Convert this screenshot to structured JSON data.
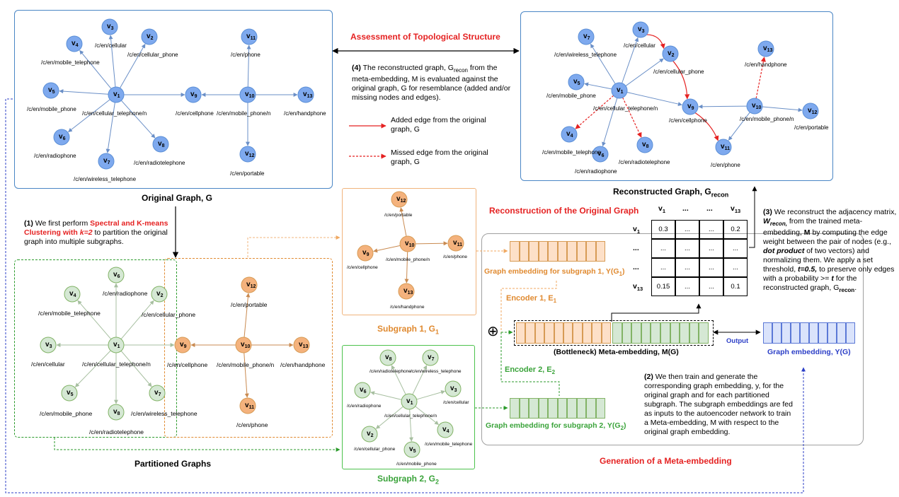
{
  "panels": {
    "original_caption": "Original Graph, G",
    "recon_caption_main": "Reconstructed Graph, G",
    "recon_caption_sub": "recon",
    "partitioned_caption": "Partitioned Graphs",
    "subgraph1_caption_main": "Subgraph 1, G",
    "subgraph1_caption_sub": "1",
    "subgraph2_caption_main": "Subgraph 2, G",
    "subgraph2_caption_sub": "2"
  },
  "headings": {
    "assessment": "Assessment of Topological Structure",
    "reconstruction": "Reconstruction of the Original Graph",
    "generation": "Generation of a Meta-embedding"
  },
  "steps": {
    "step1_num": "(1)",
    "step1_a": " We first perform ",
    "step1_b": "Spectral and K-means Clustering with ",
    "step1_c": "k=2",
    "step1_d": " to partition the original graph into multiple subgraphs.",
    "step2_num": "(2)",
    "step2": " We then train and generate the corresponding graph embedding, y, for the original graph and for each partitioned subgraph. The subgraph embeddings are fed as inputs to the autoencoder network to train a Meta-embedding, M with respect to the original graph embedding.",
    "step3_num": "(3)",
    "step3_a": " We reconstruct the adjacency matrix, ",
    "step3_w": "W",
    "step3_wsub": "recon,",
    "step3_b": " from the trained meta-embedding, ",
    "step3_m": "M",
    "step3_c": " by computing the edge weight between the pair of nodes (e.g., ",
    "step3_d": "dot product",
    "step3_e": " of two vectors) and normalizing them. We apply a set threshold, ",
    "step3_f": "t=0.5,",
    "step3_g": " to preserve only edges with a probability >= ",
    "step3_h": "t",
    "step3_i": " for the reconstructed graph, G",
    "step3_isub": "recon",
    "step3_j": ".",
    "step4_num": "(4)",
    "step4_a": " The reconstructed graph, G",
    "step4_sub": "recon",
    "step4_b": " from the meta-embedding, M is evaluated against the original graph, G for resemblance (added and/or missing nodes and edges)."
  },
  "legend": {
    "added": "Added edge from the original graph, G",
    "missed": "Missed edge from the original graph, G"
  },
  "embeddings": {
    "sub1_main": "Graph embedding for subgraph 1, Y(G",
    "sub1_sub": "1",
    "sub1_end": ")",
    "sub2_main": "Graph embedding for subgraph 2, Y(G",
    "sub2_sub": "2",
    "sub2_end": ")",
    "encoder1_main": "Encoder 1, E",
    "encoder1_sub": "1",
    "encoder2_main": "Encoder 2, E",
    "encoder2_sub": "2",
    "bottleneck": "(Bottleneck) Meta-embedding, M(G)",
    "output": "Output",
    "graph_embedding": "Graph embedding, Y(G)",
    "plus": "⊕"
  },
  "matrix": {
    "col_headers": [
      "v1",
      "...",
      "...",
      "v13"
    ],
    "row_headers": [
      "v1",
      "...",
      "...",
      "v13"
    ],
    "cells": [
      [
        "0.3",
        "...",
        "...",
        "0.2"
      ],
      [
        "...",
        "...",
        "...",
        "..."
      ],
      [
        "...",
        "...",
        "...",
        "..."
      ],
      [
        "0.15",
        "...",
        "...",
        "0.1"
      ]
    ]
  },
  "node_labels": {
    "v1": "/c/en/cellular_telephone/n",
    "v2": "/c/en/cellular_phone",
    "v3": "/c/en/cellular",
    "v4": "/c/en/mobile_telephone",
    "v5": "/c/en/mobile_phone",
    "v6": "/c/en/radiophone",
    "v7": "/c/en/wireless_telephone",
    "v8": "/c/en/radiotelephone",
    "v9": "/c/en/cellphone",
    "v10": "/c/en/mobile_phone/n",
    "v11": "/c/en/phone",
    "v12": "/c/en/portable",
    "v13": "/c/en/handphone"
  },
  "node_names": [
    "v1",
    "v2",
    "v3",
    "v4",
    "v5",
    "v6",
    "v7",
    "v8",
    "v9",
    "v10",
    "v11",
    "v12",
    "v13"
  ],
  "colors": {
    "blue_node": "#7ea9ee",
    "green_node": "#d5e8d4",
    "orange_node": "#f4b27d",
    "blue_stroke": "#5b8fd6",
    "green_stroke": "#82b366",
    "orange_stroke": "#d79b55",
    "red": "#e52222"
  }
}
